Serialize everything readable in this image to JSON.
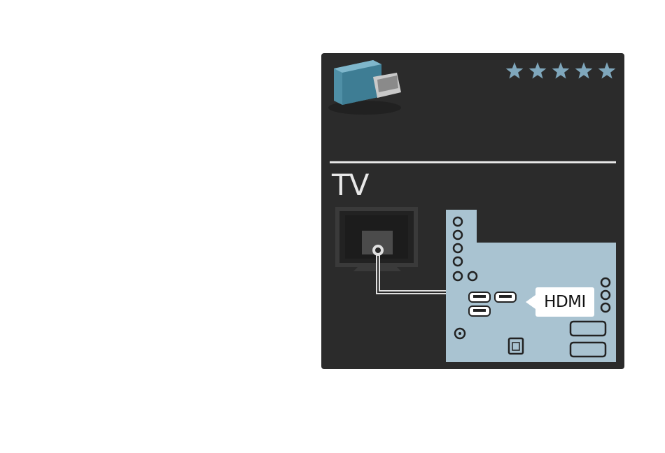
{
  "device_label": "TV",
  "connector_label": "HDMI",
  "rating": {
    "stars": 5,
    "max": 5
  },
  "colors": {
    "panel_bg": "#2b2b2b",
    "connector_panel": "#a9c3d1",
    "star": "#7fa7bc",
    "cable": "#d8d8d8"
  },
  "icons": {
    "adapter": "hdmi-plug-icon",
    "tv": "tv-icon",
    "star": "star-icon"
  }
}
